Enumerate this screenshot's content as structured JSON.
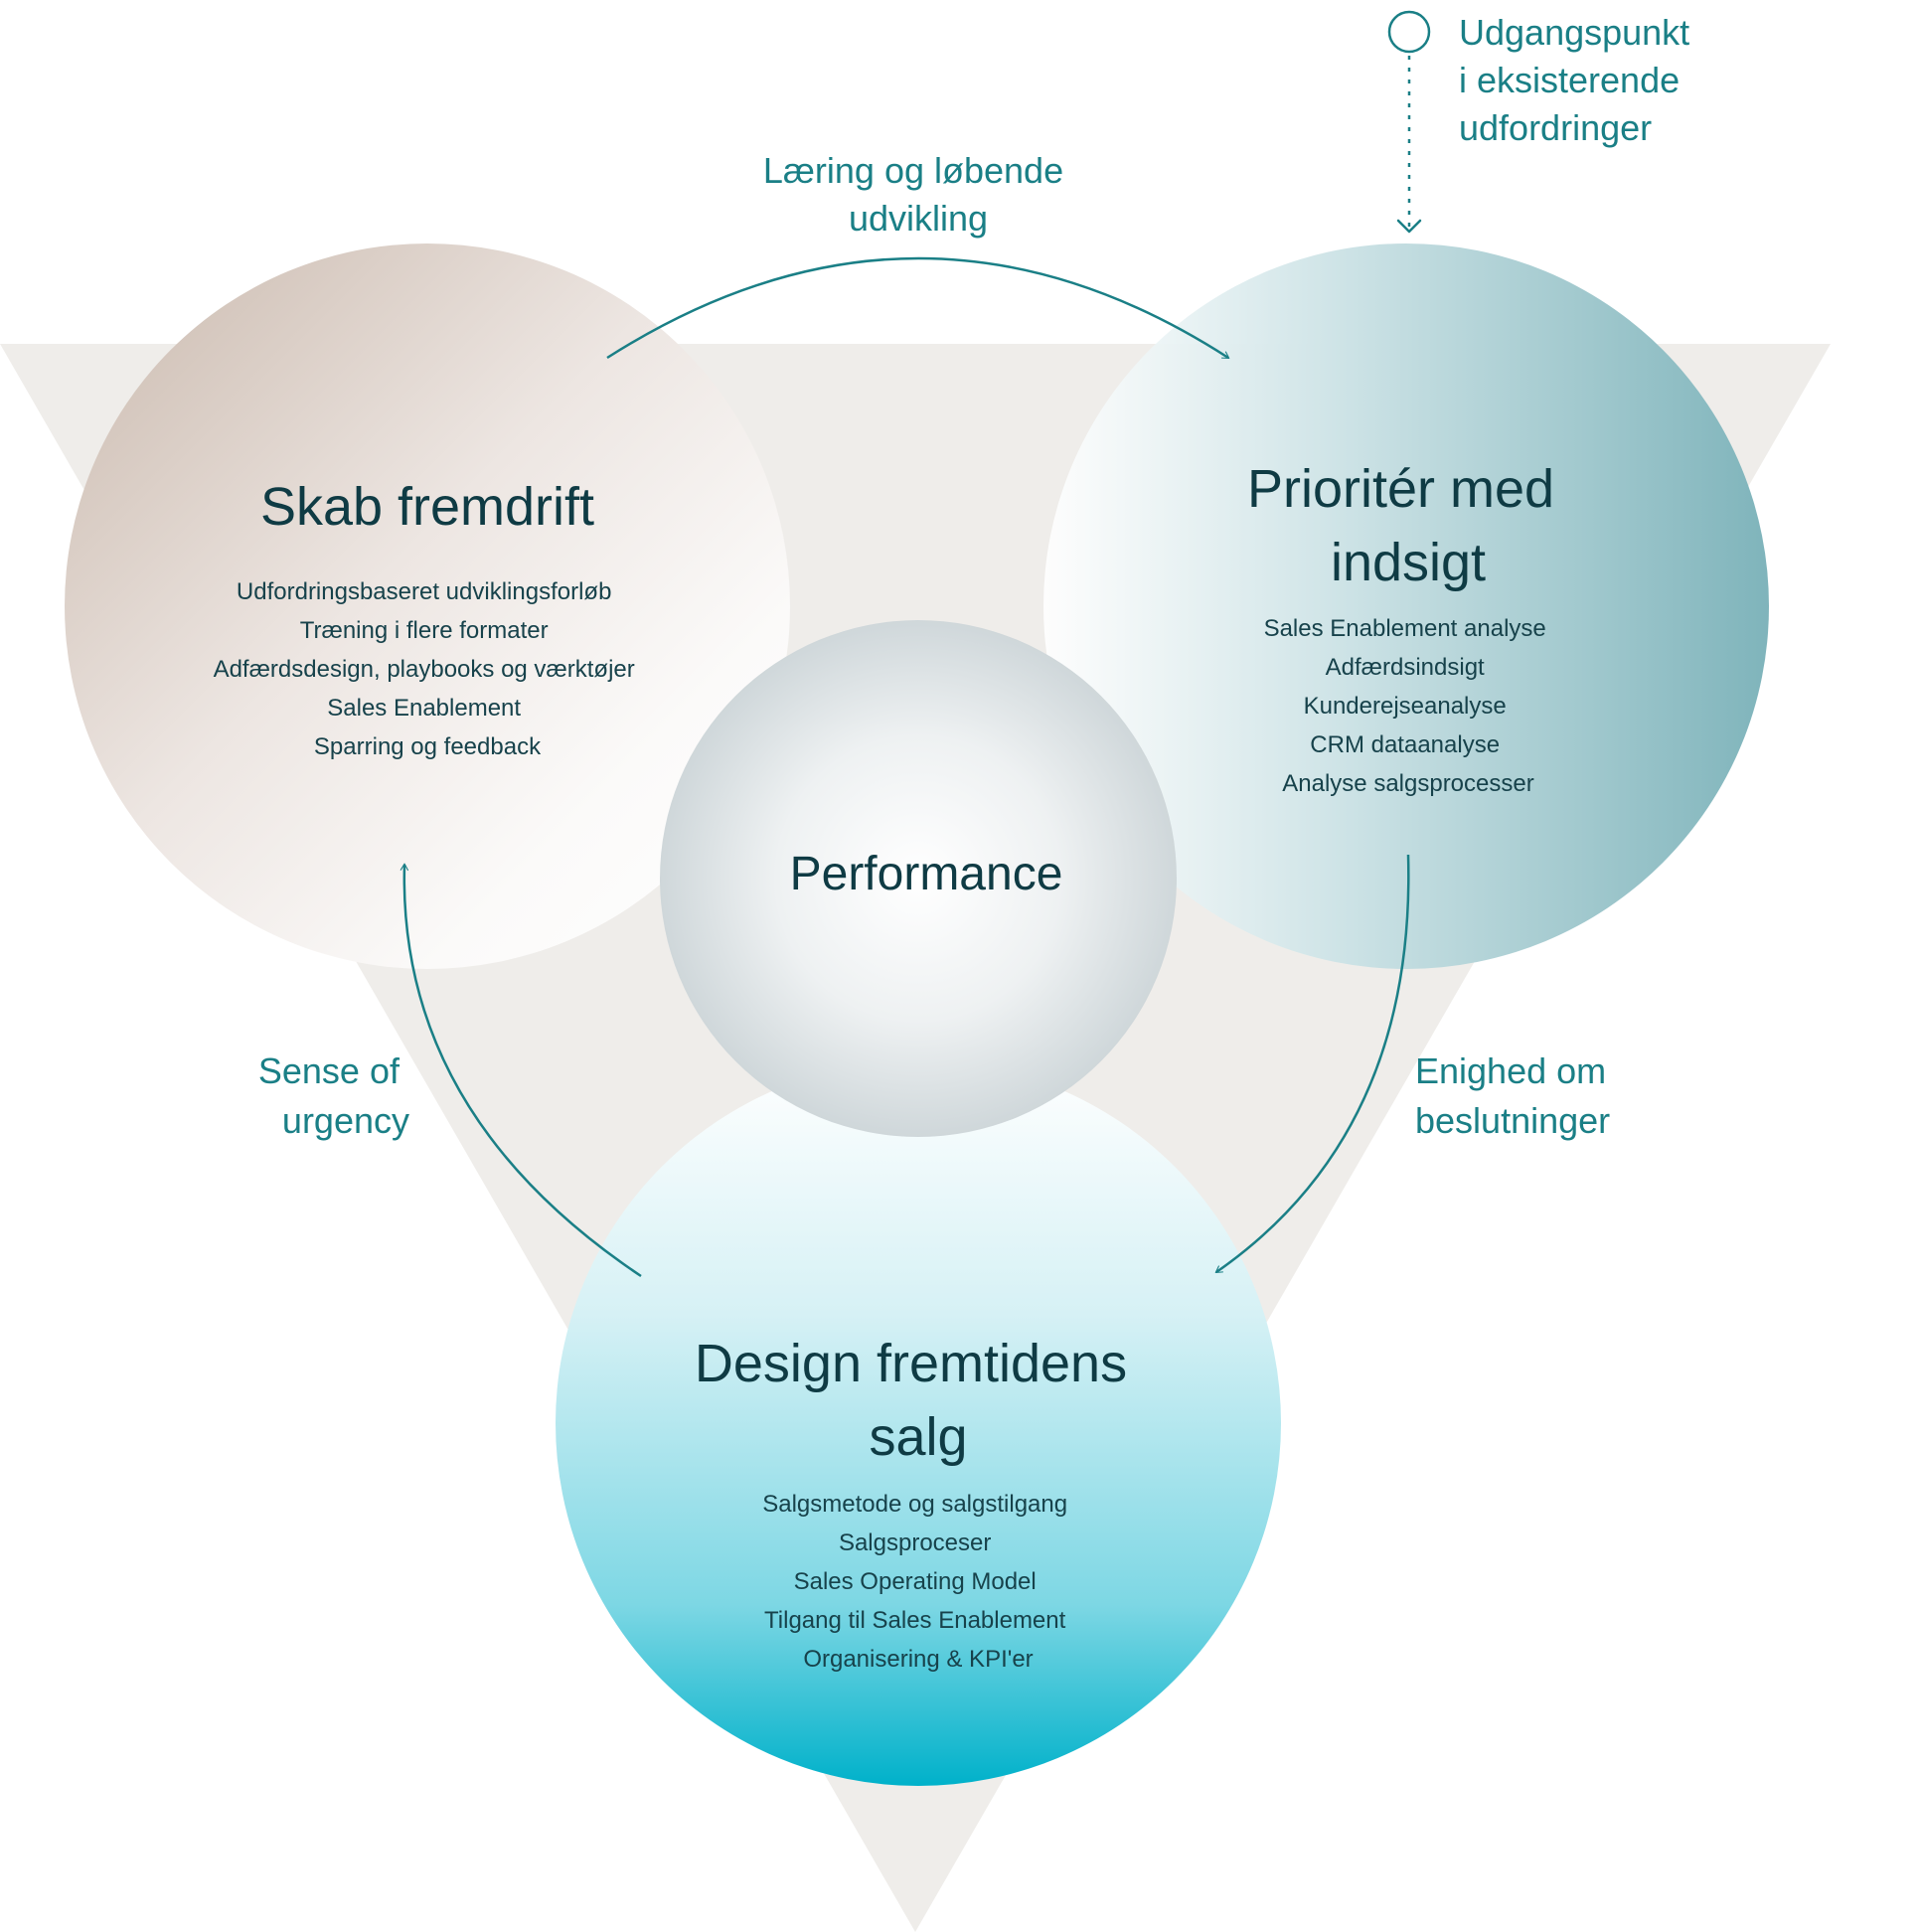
{
  "diagram": {
    "center": {
      "label": "Performance"
    },
    "circles": {
      "left": {
        "title_lines": [
          "Skab fremdrift"
        ],
        "items": [
          "Udfordringsbaseret udviklingsforløb",
          "Træning i flere formater",
          "Adfærdsdesign, playbooks og værktøjer",
          "Sales Enablement",
          "Sparring og feedback"
        ]
      },
      "right": {
        "title_lines": [
          "Prioritér med",
          "indsigt"
        ],
        "items": [
          "Sales Enablement analyse",
          "Adfærdsindsigt",
          "Kunderejseanalyse",
          "CRM dataanalyse",
          "Analyse salgsprocesser"
        ]
      },
      "bottom": {
        "title_lines": [
          "Design fremtidens",
          "salg"
        ],
        "items": [
          "Salgsmetode og salgstilgang",
          "Salgsproceser",
          "Sales Operating Model",
          "Tilgang til Sales Enablement",
          "Organisering & KPI'er"
        ]
      }
    },
    "arrows": {
      "top": {
        "label_lines": [
          "Læring og løbende",
          "udvikling"
        ]
      },
      "right": {
        "label_lines": [
          "Enighed om",
          "beslutninger"
        ]
      },
      "left": {
        "label_lines": [
          "Sense of",
          "urgency"
        ]
      }
    },
    "start_point": {
      "label_lines": [
        "Udgangspunkt",
        "i eksisterende",
        "udfordringer"
      ]
    },
    "colors": {
      "accent": "#1a7f86",
      "title_text": "#0f3b44",
      "triangle": "#efedea",
      "left_circle": "#d8cbc3",
      "right_circle": "#7fb6bd",
      "bottom_circle": "#00b3cc",
      "center_circle": "#d3dadc"
    }
  }
}
